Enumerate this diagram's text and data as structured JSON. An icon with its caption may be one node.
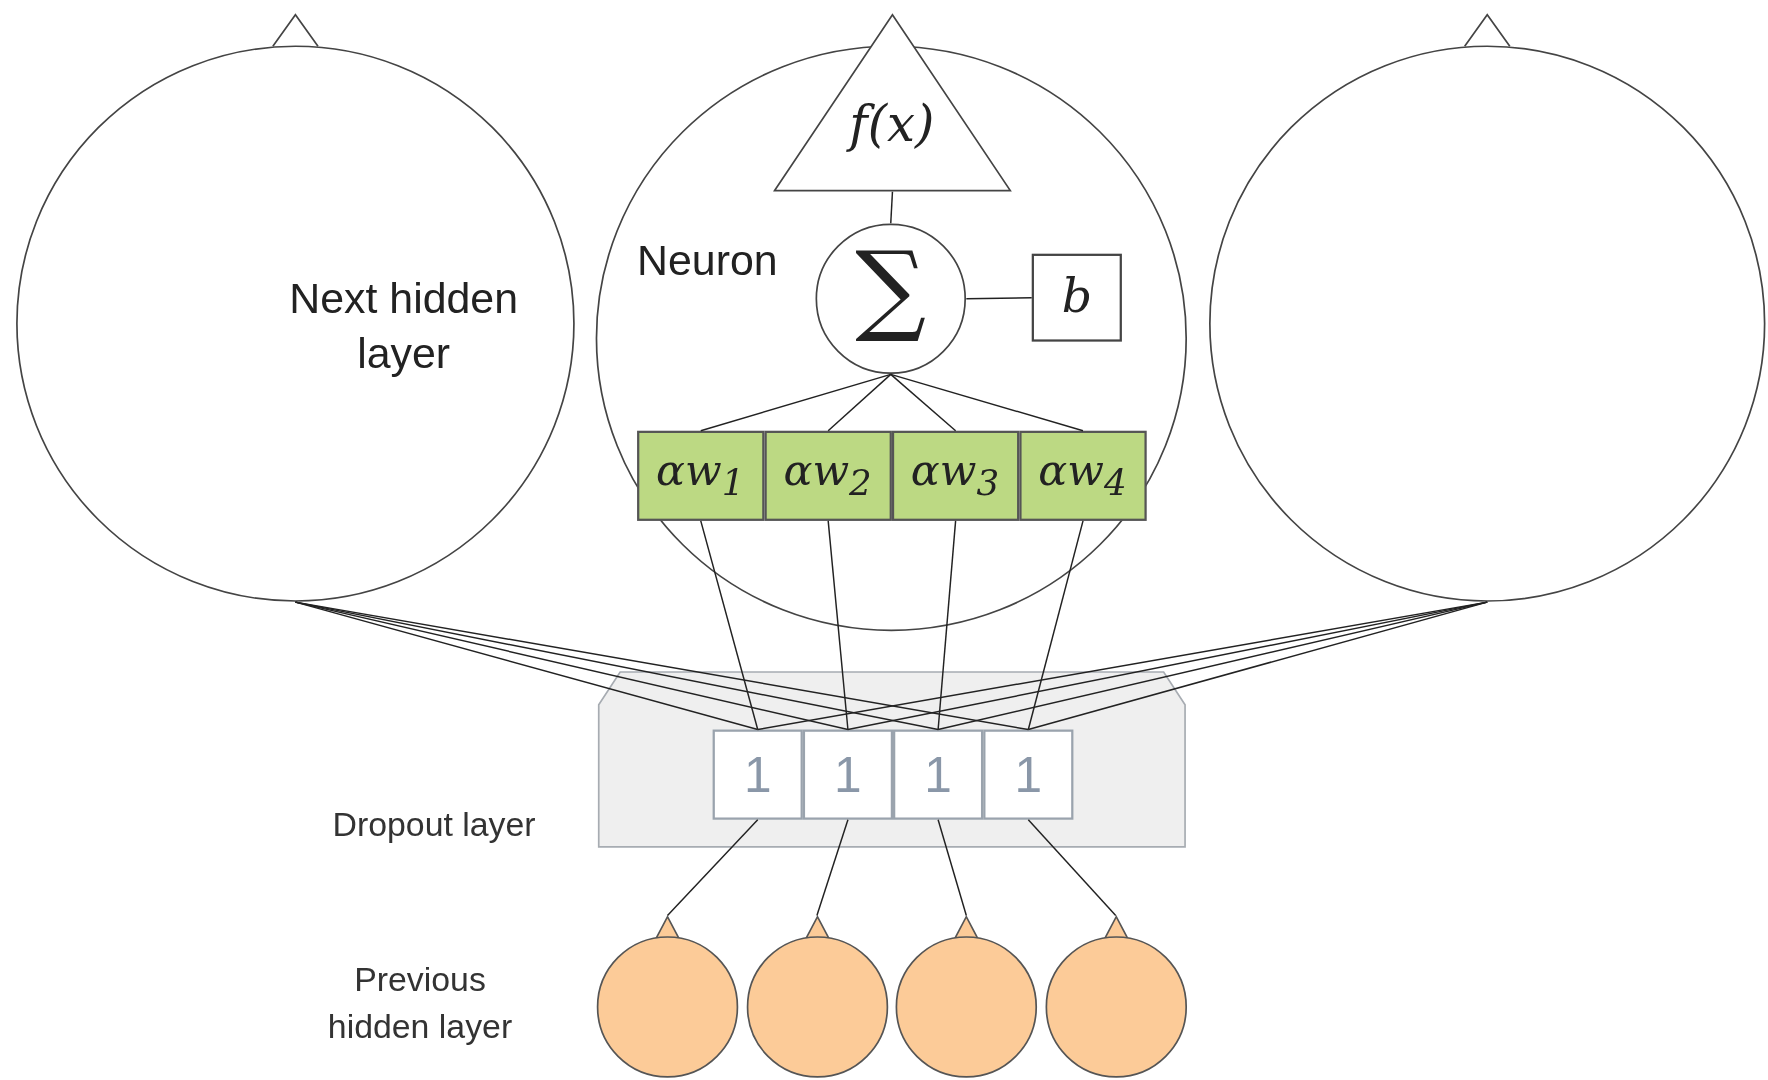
{
  "diagram": {
    "nodes": [
      {
        "text": [
          "Next hidden layer"
        ]
      },
      {
        "text": [
          "Neuron"
        ]
      },
      {
        "text": [],
        "shape": "circle"
      },
      {
        "text": [
          "f(x)"
        ]
      },
      {
        "text": [
          "∑"
        ],
        "in": 1
      },
      {
        "text": [
          "b"
        ],
        "in": 1
      },
      {
        "text": [
          "αw$_{1}$"
        ],
        "in": 1
      },
      {
        "text": [
          "αw$_{2}$"
        ],
        "in": 1
      },
      {
        "text": [
          "αw$_{3}$"
        ],
        "in": 1
      },
      {
        "text": [
          "αw$_{4}$"
        ],
        "in": 1
      },
      {
        "text": [],
        "shape": "box",
        "beside": [
          "Dropout layer"
        ]
      },
      {
        "text": [
          "1"
        ],
        "in": 10
      },
      {
        "text": [
          "1"
        ],
        "in": 10
      },
      {
        "text": [
          "1"
        ],
        "in": 10
      },
      {
        "text": [
          "1"
        ],
        "in": 10
      },
      {
        "text": [],
        "shape": "circle"
      },
      {
        "text": [],
        "shape": "circle"
      },
      {
        "text": [],
        "shape": "circle"
      },
      {
        "text": [],
        "shape": "circle"
      }
    ],
    "edges": [
      {
        "from": 3,
        "to": 4,
        "arrow": "none"
      },
      {
        "from": 4,
        "to": 5,
        "arrow": "none"
      },
      {
        "from": 4,
        "to": 6,
        "arrow": "none"
      },
      {
        "from": 4,
        "to": 7,
        "arrow": "none"
      },
      {
        "from": 4,
        "to": 8,
        "arrow": "none"
      },
      {
        "from": 4,
        "to": 9,
        "arrow": "none"
      },
      {
        "from": 6,
        "to": 11,
        "arrow": "none"
      },
      {
        "from": 7,
        "to": 12,
        "arrow": "none"
      },
      {
        "from": 8,
        "to": 13,
        "arrow": "none"
      },
      {
        "from": 9,
        "to": 14,
        "arrow": "none"
      },
      {
        "from": 0,
        "to": 11,
        "arrow": "none"
      },
      {
        "from": 0,
        "to": 12,
        "arrow": "none"
      },
      {
        "from": 0,
        "to": 13,
        "arrow": "none"
      },
      {
        "from": 0,
        "to": 14,
        "arrow": "none"
      },
      {
        "from": 2,
        "to": 11,
        "arrow": "none"
      },
      {
        "from": 2,
        "to": 12,
        "arrow": "none"
      },
      {
        "from": 2,
        "to": 13,
        "arrow": "none"
      },
      {
        "from": 2,
        "to": 14,
        "arrow": "none"
      },
      {
        "from": 11,
        "to": 15,
        "arrow": "none"
      },
      {
        "from": 12,
        "to": 16,
        "arrow": "none"
      },
      {
        "from": 13,
        "to": 17,
        "arrow": "none"
      },
      {
        "from": 14,
        "to": 18,
        "arrow": "none"
      }
    ],
    "labels": [
      "Previous hidden layer"
    ]
  }
}
